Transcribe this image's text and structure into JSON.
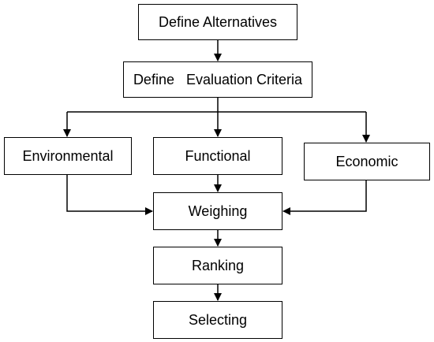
{
  "diagram": {
    "nodes": {
      "define_alternatives": "Define Alternatives",
      "define_criteria": "Define   Evaluation Criteria",
      "environmental": "Environmental",
      "functional": "Functional",
      "economic": "Economic",
      "weighing": "Weighing",
      "ranking": "Ranking",
      "selecting": "Selecting"
    },
    "edges": [
      [
        "define_alternatives",
        "define_criteria"
      ],
      [
        "define_criteria",
        "environmental"
      ],
      [
        "define_criteria",
        "functional"
      ],
      [
        "define_criteria",
        "economic"
      ],
      [
        "environmental",
        "weighing"
      ],
      [
        "functional",
        "weighing"
      ],
      [
        "economic",
        "weighing"
      ],
      [
        "weighing",
        "ranking"
      ],
      [
        "ranking",
        "selecting"
      ]
    ],
    "colors": {
      "stroke": "#000000",
      "fill": "#ffffff",
      "text": "#000000"
    }
  }
}
